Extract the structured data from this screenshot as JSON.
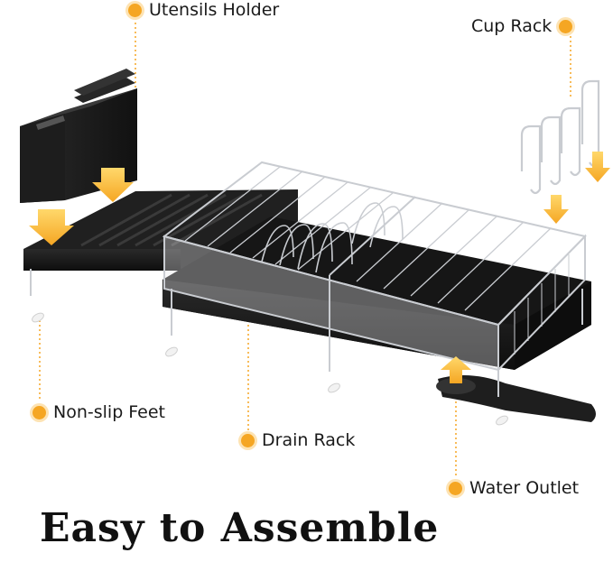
{
  "labels": {
    "utensils_holder": "Utensils Holder",
    "cup_rack": "Cup Rack",
    "non_slip_feet": "Non-slip Feet",
    "drain_rack": "Drain Rack",
    "water_outlet": "Water Outlet"
  },
  "headline": "Easy to Assemble",
  "colors": {
    "accent": "#f5a623",
    "tray": "#1c1c1c",
    "steel": "#c9ccd1",
    "text": "#1a1a1a"
  }
}
